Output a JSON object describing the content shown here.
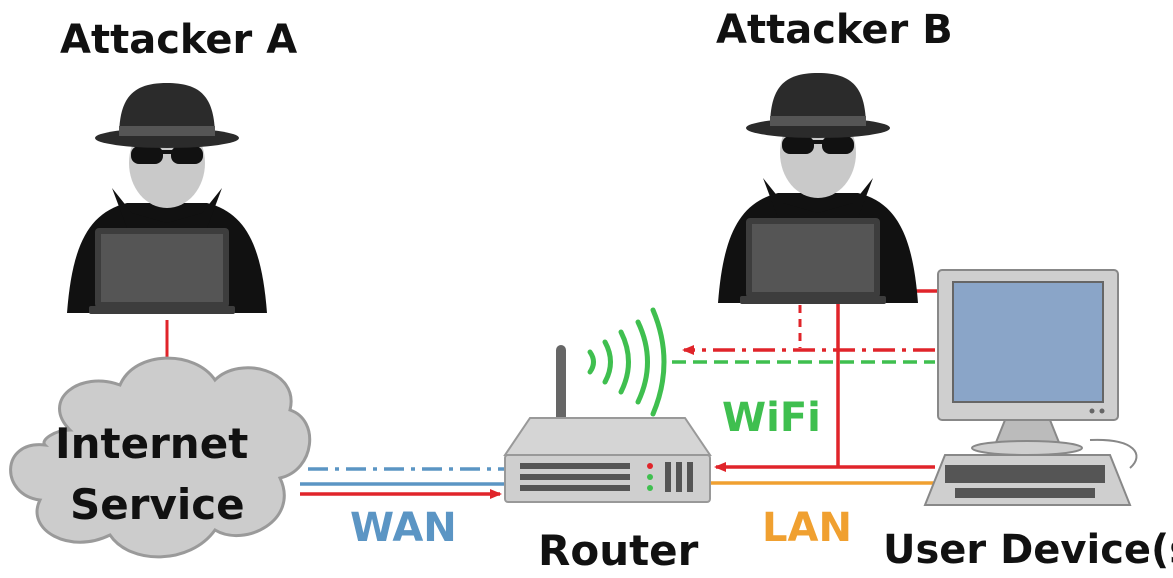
{
  "labels": {
    "attacker_a": "Attacker A",
    "attacker_b": "Attacker B",
    "internet_service_line1": "Internet",
    "internet_service_line2": "Service",
    "wan": "WAN",
    "router": "Router",
    "lan": "LAN",
    "wifi": "WiFi",
    "user_devices": "User Device(s)"
  },
  "colors": {
    "wan": "#5b95c4",
    "lan": "#f0a030",
    "wifi": "#3fbf4f",
    "attack": "#e0242a",
    "cloud_fill": "#cccccc",
    "monitor_screen": "#8aa5c8",
    "device_body": "#cfcfcf"
  },
  "icons": {
    "attacker": "hacker-icon",
    "cloud": "cloud-icon",
    "router": "router-icon",
    "computer": "desktop-computer-icon",
    "wifi_signal": "wifi-signal-icon"
  }
}
